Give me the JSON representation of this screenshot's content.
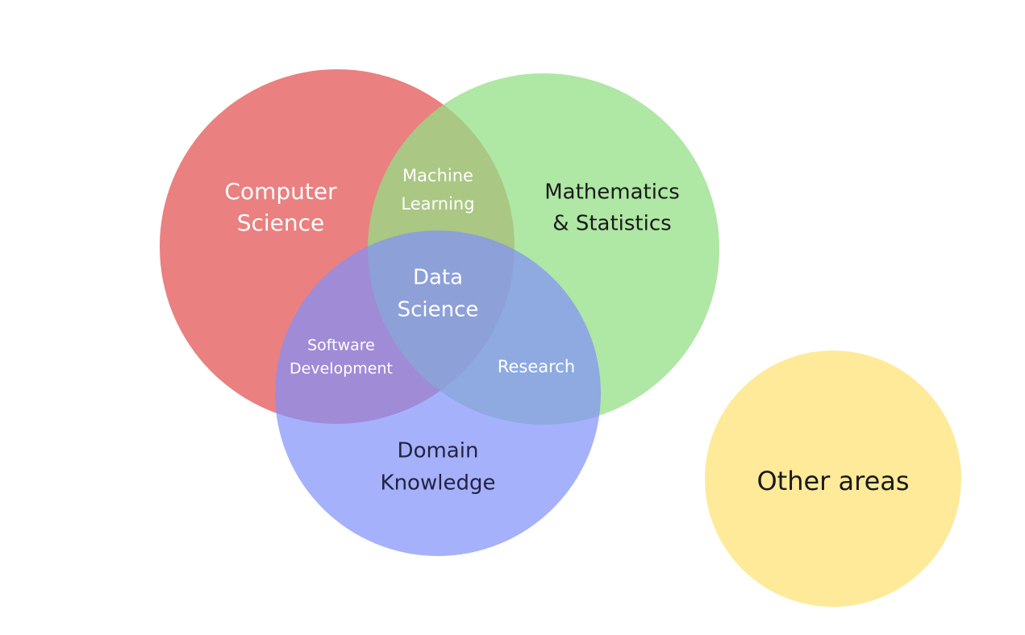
{
  "sets": {
    "computer_science": {
      "line1": "Computer",
      "line2": "Science",
      "color": "#e56060"
    },
    "math_stats": {
      "line1": "Mathematics",
      "line2": "& Statistics",
      "color": "#94df85"
    },
    "domain_knowledge": {
      "line1": "Domain",
      "line2": "Knowledge",
      "color": "#8090fb"
    }
  },
  "intersections": {
    "machine_learning": {
      "line1": "Machine",
      "line2": "Learning"
    },
    "software_development": {
      "line1": "Software",
      "line2": "Development"
    },
    "research": {
      "line1": "Research"
    },
    "data_science": {
      "line1": "Data",
      "line2": "Science"
    }
  },
  "other": {
    "label": "Other areas",
    "color": "#ffe995"
  }
}
